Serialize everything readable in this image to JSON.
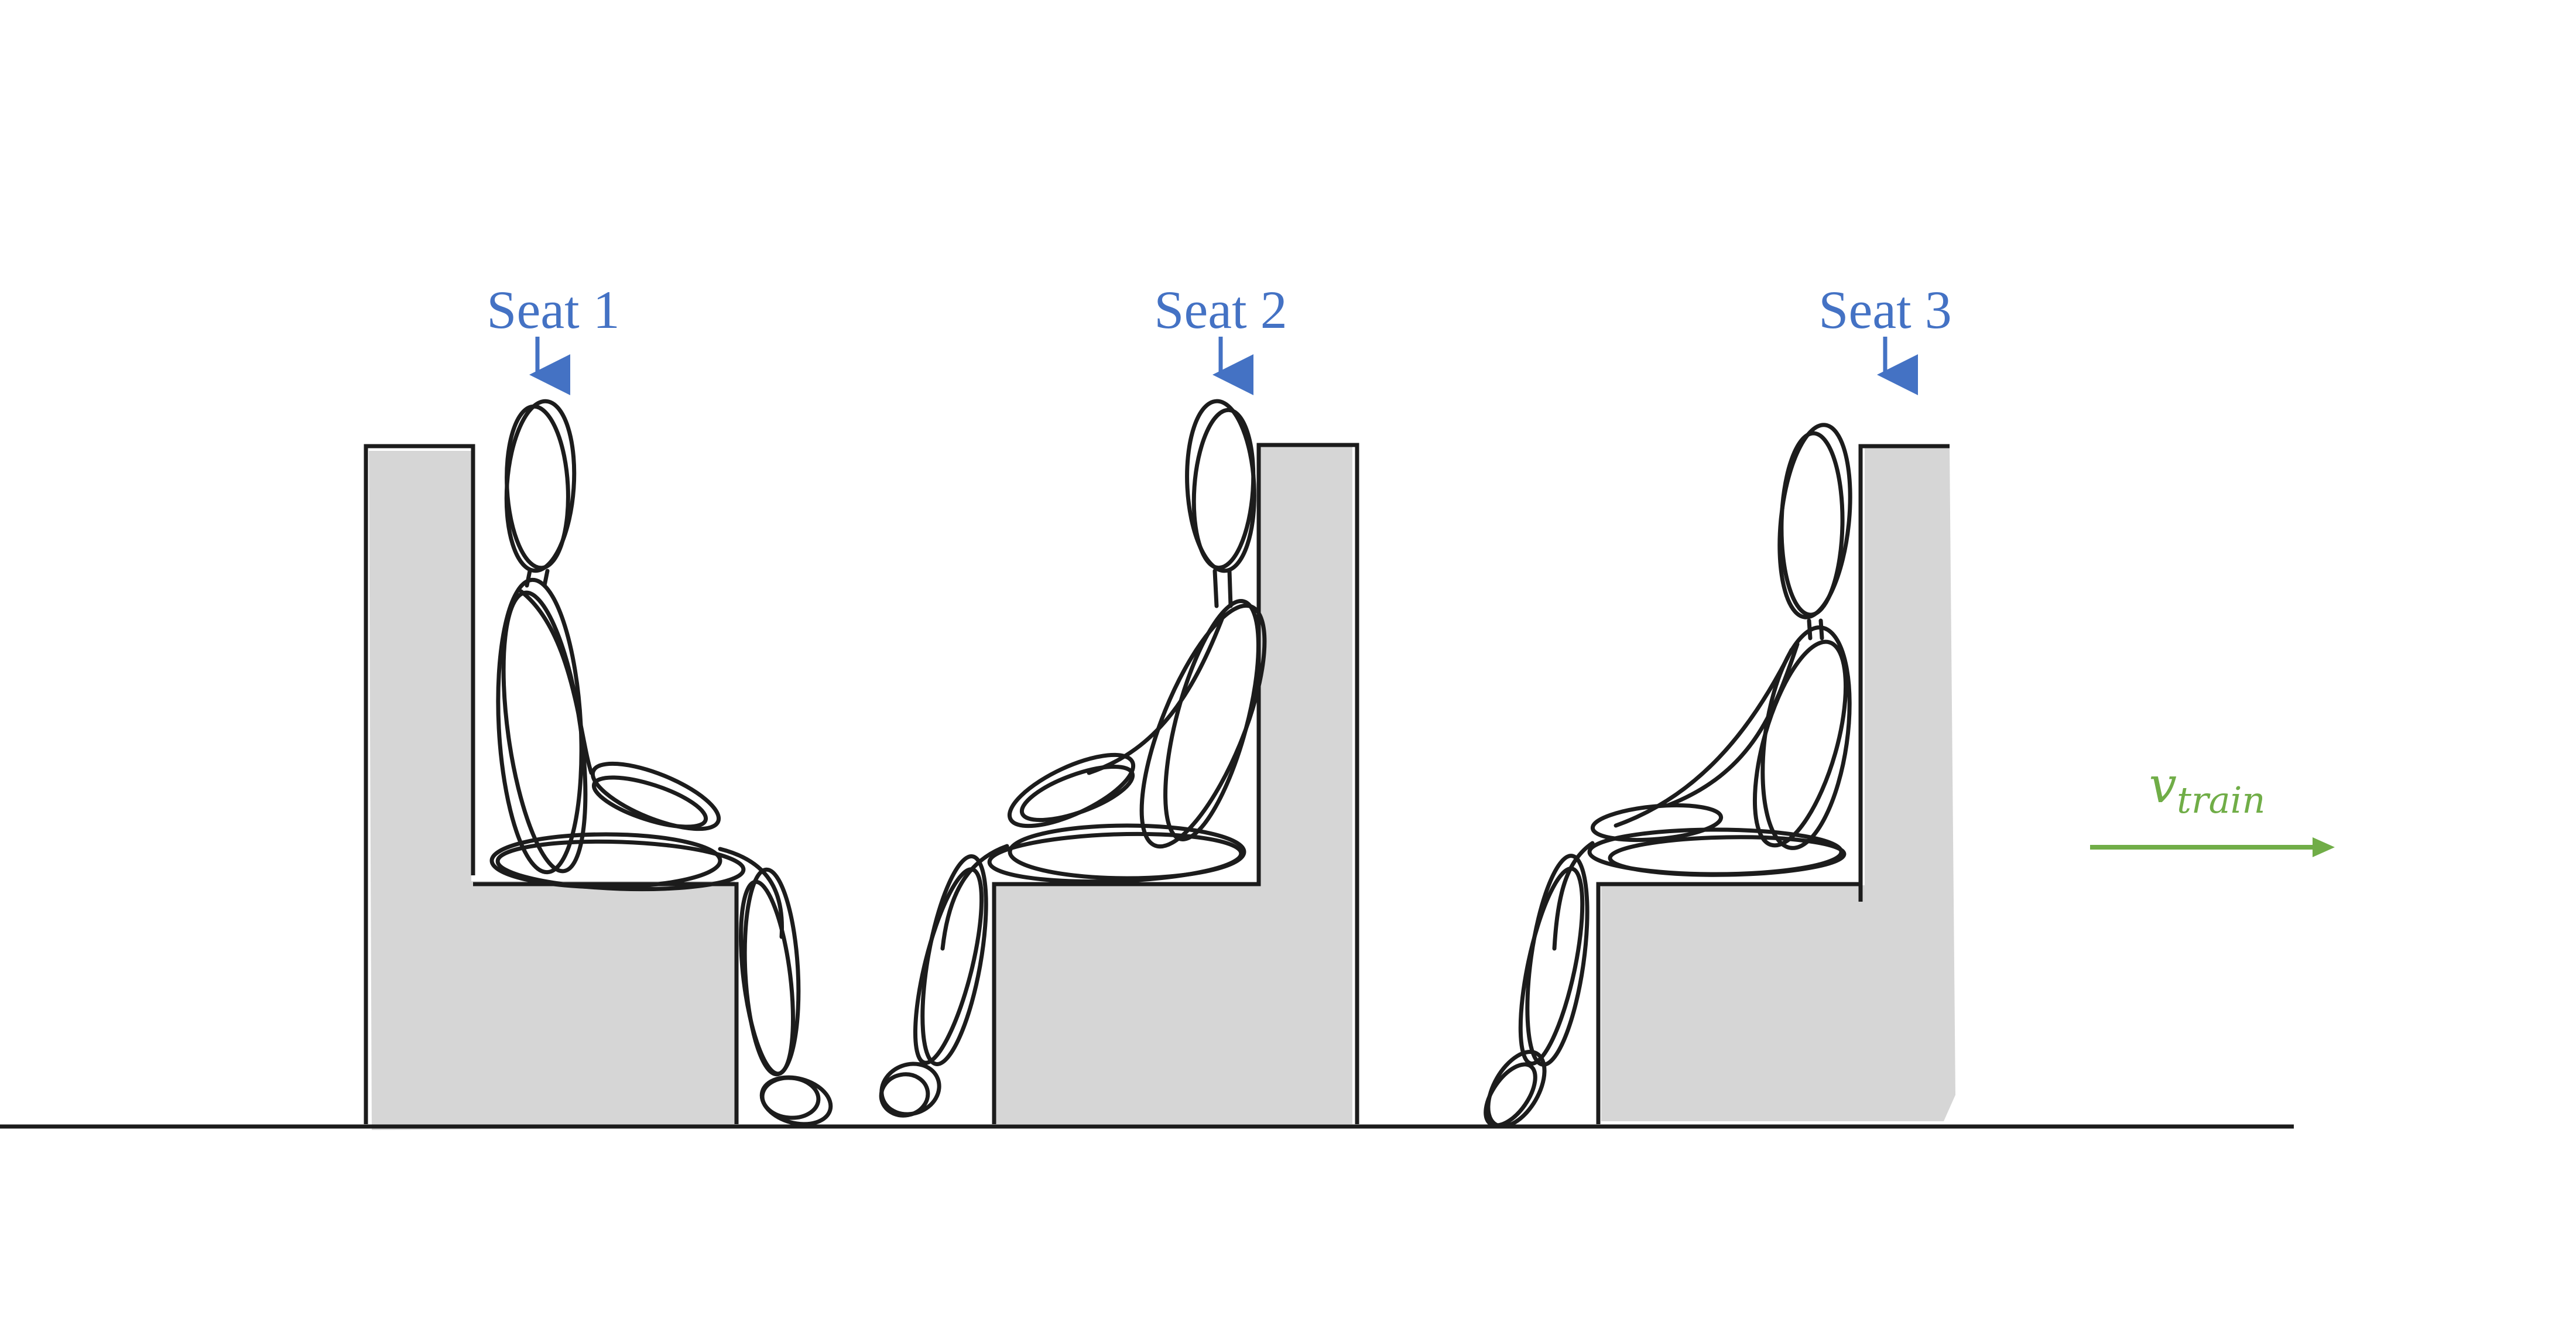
{
  "colors": {
    "label_blue": "#4472c4",
    "velocity_green": "#70ad47",
    "seat_gray": "#d6d6d6",
    "line_black": "#1c1c1c"
  },
  "seats": [
    {
      "label": "Seat 1",
      "passenger_facing": "forward"
    },
    {
      "label": "Seat 2",
      "passenger_facing": "backward"
    },
    {
      "label": "Seat 3",
      "passenger_facing": "backward"
    }
  ],
  "velocity": {
    "symbol": "v",
    "subscript": "train",
    "direction": "right"
  }
}
